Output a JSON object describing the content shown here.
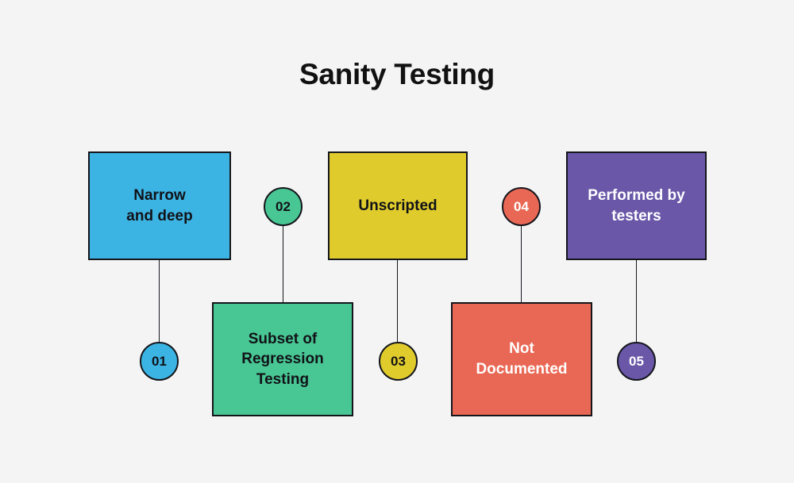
{
  "page": {
    "title": "Sanity Testing",
    "background_color": "#f4f4f4",
    "title_color": "#111111"
  },
  "palette": {
    "blue": "#3CB4E3",
    "green": "#48C693",
    "yellow": "#E0CB2C",
    "salmon": "#E96855",
    "purple": "#6A57A8",
    "outline": "#14161c",
    "dark_text": "#111218",
    "light_text": "#ffffff"
  },
  "nodes": [
    {
      "number": "01",
      "label": "Narrow\nand deep",
      "label_line1": "Narrow",
      "label_line2": "and deep",
      "color": "#3CB4E3",
      "text_color": "#111218",
      "row": "top"
    },
    {
      "number": "02",
      "label": "Subset of Regression Testing",
      "label_line1": "Subset of",
      "label_line2": "Regression",
      "label_line3": "Testing",
      "color": "#48C693",
      "text_color": "#111218",
      "row": "bottom"
    },
    {
      "number": "03",
      "label": "Unscripted",
      "label_line1": "Unscripted",
      "color": "#E0CB2C",
      "text_color": "#111218",
      "row": "top"
    },
    {
      "number": "04",
      "label": "Not Documented",
      "label_line1": "Not",
      "label_line2": "Documented",
      "color": "#E96855",
      "text_color": "#ffffff",
      "row": "bottom"
    },
    {
      "number": "05",
      "label": "Performed by testers",
      "label_line1": "Performed by",
      "label_line2": "testers",
      "color": "#6A57A8",
      "text_color": "#ffffff",
      "row": "top"
    }
  ]
}
